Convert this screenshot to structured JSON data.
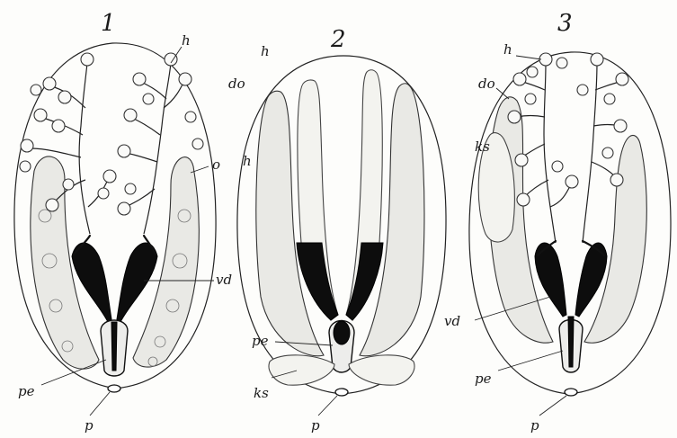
{
  "figures": [
    {
      "id": "1",
      "number": "1",
      "labels": {
        "h": "h",
        "o": "o",
        "vd": "vd",
        "pe": "pe",
        "p": "p"
      }
    },
    {
      "id": "2",
      "number": "2",
      "labels": {
        "h": "h",
        "do": "do",
        "pe": "pe",
        "ks": "ks",
        "p": "p"
      }
    },
    {
      "id": "3",
      "number": "3",
      "labels": {
        "h": "h",
        "do": "do",
        "ks": "ks",
        "vd": "vd",
        "pe": "pe",
        "p": "p"
      }
    }
  ]
}
